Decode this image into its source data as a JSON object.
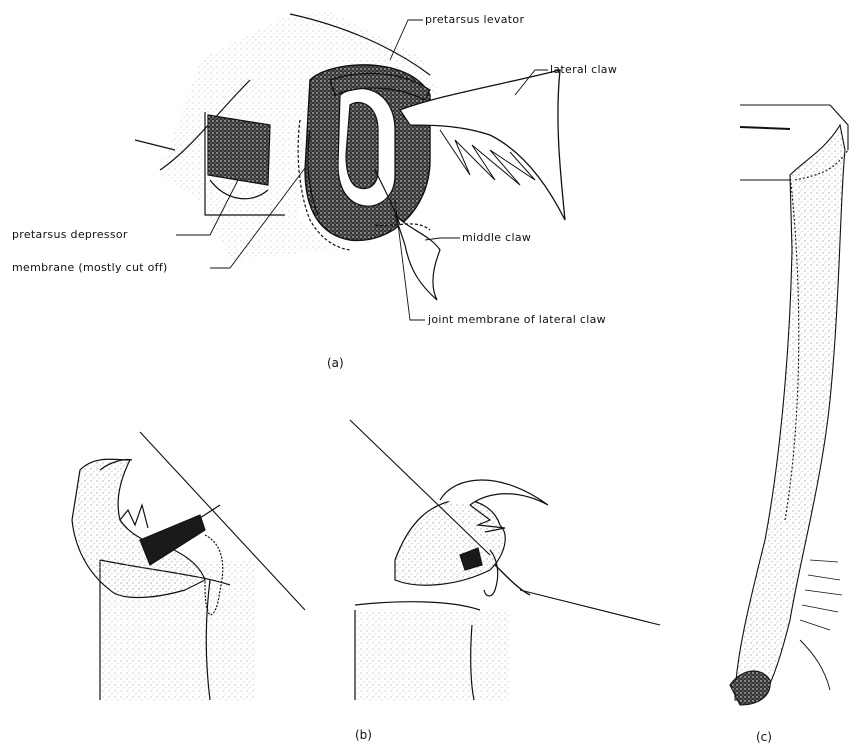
{
  "labels": {
    "pretarsus_levator": "pretarsus levator",
    "lateral_claw": "lateral claw",
    "pretarsus_depressor": "pretarsus depressor",
    "membrane": "membrane (mostly cut off)",
    "middle_claw": "middle claw",
    "joint_membrane": "joint membrane of lateral claw"
  },
  "captions": {
    "a": "(a)",
    "b": "(b)",
    "c": "(c)"
  },
  "colors": {
    "ink": "#111111",
    "muscle": "#2a2a2a",
    "stipple": "#9a9a9a"
  }
}
